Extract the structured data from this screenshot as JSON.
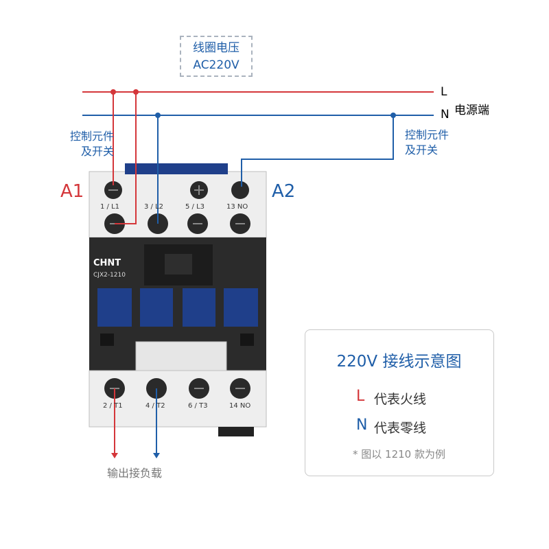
{
  "callout": {
    "line1": "线圈电压",
    "line2": "AC220V"
  },
  "lines": {
    "l": "L",
    "n": "N",
    "power": "电源端"
  },
  "control_left": {
    "line1": "控制元件",
    "line2": "及开关"
  },
  "control_right": {
    "line1": "控制元件",
    "line2": "及开关"
  },
  "coil": {
    "a1": "A1",
    "a2": "A2"
  },
  "terminals_top": [
    "1 / L1",
    "3 / L2",
    "5 / L3",
    "13 NO"
  ],
  "terminals_bottom": [
    "2 / T1",
    "4 / T2",
    "6 / T3",
    "14 NO"
  ],
  "device": {
    "brand": "CHNT",
    "model": "CJX2-1210"
  },
  "output_label": "输出接负载",
  "legend": {
    "title": "220V 接线示意图",
    "l_letter": "L",
    "l_text": "代表火线",
    "n_letter": "N",
    "n_text": "代表零线",
    "note": "* 图以 1210 款为例"
  },
  "colors": {
    "live": "#d4363a",
    "neutral": "#1f5ea8"
  }
}
